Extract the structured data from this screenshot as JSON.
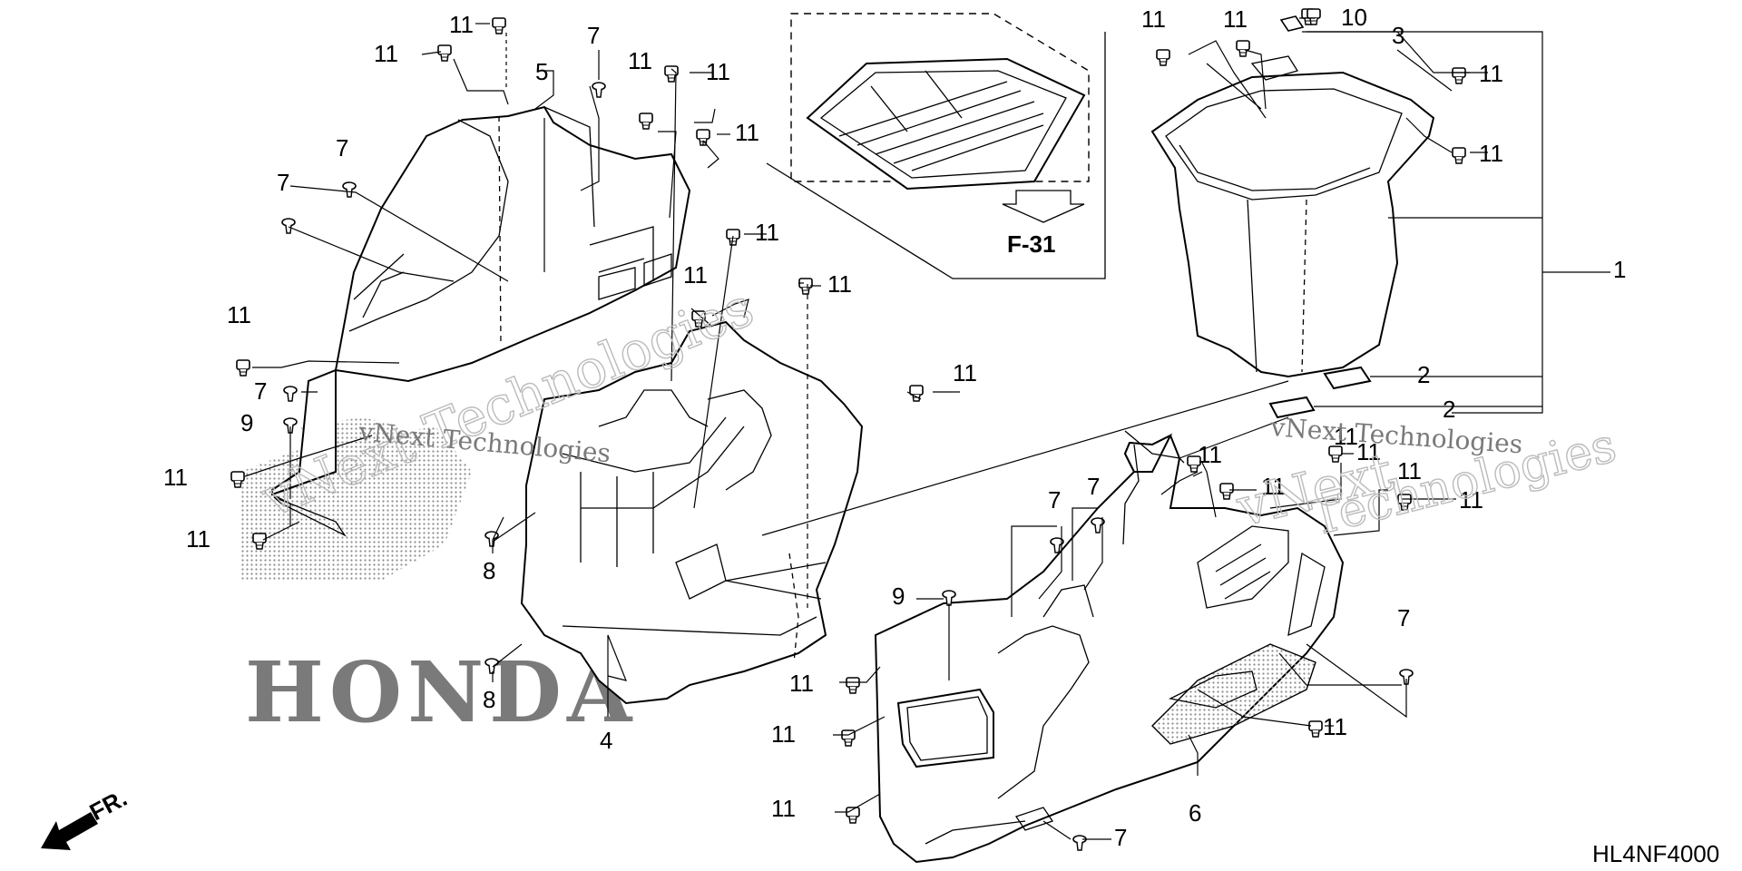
{
  "diagram": {
    "reference_page": "F-31",
    "diagram_code": "HL4NF4000",
    "front_indicator": "FR.",
    "watermarks": [
      "vNext Technologies",
      "vNext Technologies",
      "vNext Technologies"
    ],
    "background_logo": "HONDA",
    "callouts": [
      "11",
      "11",
      "7",
      "11",
      "11",
      "5",
      "11",
      "7",
      "7",
      "11",
      "11",
      "11",
      "11",
      "7",
      "9",
      "11",
      "8",
      "11",
      "8",
      "4",
      "11",
      "11",
      "10",
      "3",
      "11",
      "11",
      "1",
      "2",
      "2",
      "11",
      "11",
      "11",
      "11",
      "7",
      "7",
      "9",
      "11",
      "11",
      "11",
      "7",
      "11",
      "6",
      "7",
      "11",
      "11",
      "11"
    ]
  }
}
